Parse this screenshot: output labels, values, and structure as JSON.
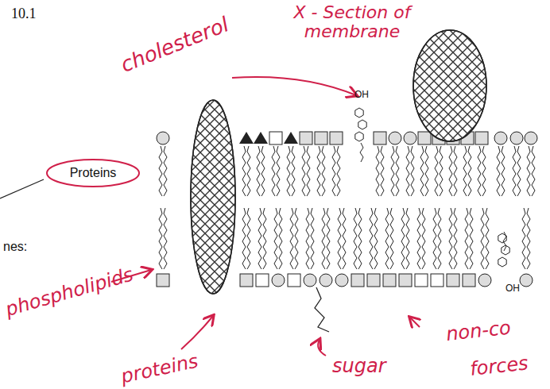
{
  "diagram": {
    "nodes": [
      {
        "text": [
          "Proteins"
        ]
      }
    ],
    "labels": [
      "10.1",
      "cholesterol",
      "X - Section of membrane",
      "nes:",
      "phospholipids",
      "proteins",
      "sugar",
      "non-co",
      "forces",
      "OH",
      "OH"
    ]
  }
}
